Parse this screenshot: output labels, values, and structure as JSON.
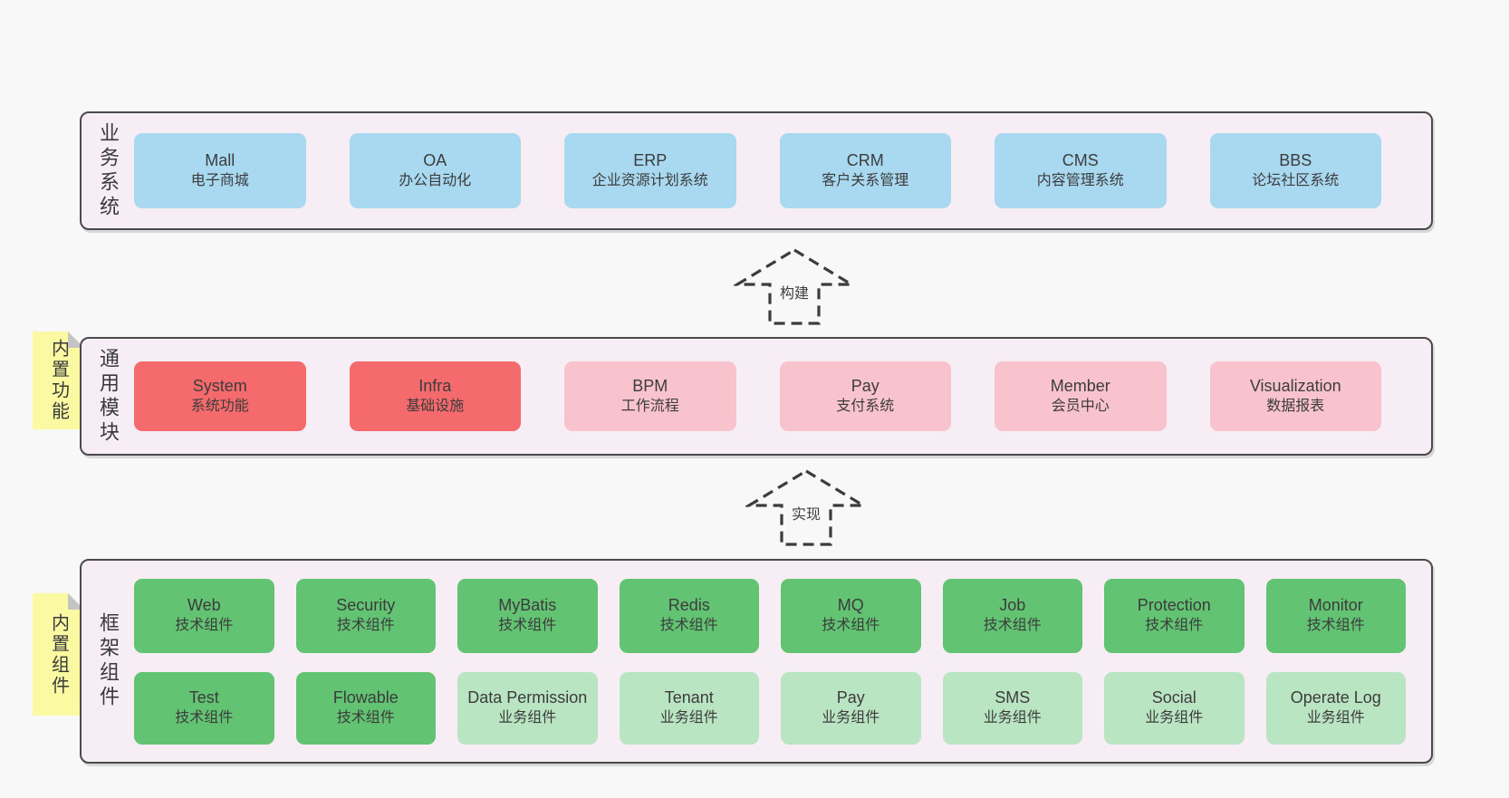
{
  "colors": {
    "background": "#f8f8f8",
    "panel_fill": "#f7edf5",
    "panel_border": "#4a4a4a",
    "blue_box": "#a9d9f1",
    "red_box": "#f56a6d",
    "pink_box": "#f9c3ce",
    "green_box": "#62c373",
    "light_green_box": "#bae5c2",
    "sticky_yellow": "#fbfaa2",
    "text": "#3c3c3c"
  },
  "arrows": [
    {
      "label": "构建"
    },
    {
      "label": "实现"
    }
  ],
  "layers": [
    {
      "label": "业务系统",
      "boxes": [
        {
          "name": "Mall",
          "desc": "电子商城"
        },
        {
          "name": "OA",
          "desc": "办公自动化"
        },
        {
          "name": "ERP",
          "desc": "企业资源计划系统"
        },
        {
          "name": "CRM",
          "desc": "客户关系管理"
        },
        {
          "name": "CMS",
          "desc": "内容管理系统"
        },
        {
          "name": "BBS",
          "desc": "论坛社区系统"
        }
      ]
    },
    {
      "label": "通用模块",
      "sticky": "内置功能",
      "boxes": [
        {
          "name": "System",
          "desc": "系统功能"
        },
        {
          "name": "Infra",
          "desc": "基础设施"
        },
        {
          "name": "BPM",
          "desc": "工作流程"
        },
        {
          "name": "Pay",
          "desc": "支付系统"
        },
        {
          "name": "Member",
          "desc": "会员中心"
        },
        {
          "name": "Visualization",
          "desc": "数据报表"
        }
      ]
    },
    {
      "label": "框架组件",
      "sticky": "内置组件",
      "rows": [
        [
          {
            "name": "Web",
            "desc": "技术组件"
          },
          {
            "name": "Security",
            "desc": "技术组件"
          },
          {
            "name": "MyBatis",
            "desc": "技术组件"
          },
          {
            "name": "Redis",
            "desc": "技术组件"
          },
          {
            "name": "MQ",
            "desc": "技术组件"
          },
          {
            "name": "Job",
            "desc": "技术组件"
          },
          {
            "name": "Protection",
            "desc": "技术组件"
          },
          {
            "name": "Monitor",
            "desc": "技术组件"
          }
        ],
        [
          {
            "name": "Test",
            "desc": "技术组件"
          },
          {
            "name": "Flowable",
            "desc": "技术组件"
          },
          {
            "name": "Data Permission",
            "desc": "业务组件"
          },
          {
            "name": "Tenant",
            "desc": "业务组件"
          },
          {
            "name": "Pay",
            "desc": "业务组件"
          },
          {
            "name": "SMS",
            "desc": "业务组件"
          },
          {
            "name": "Social",
            "desc": "业务组件"
          },
          {
            "name": "Operate Log",
            "desc": "业务组件"
          }
        ]
      ]
    }
  ]
}
